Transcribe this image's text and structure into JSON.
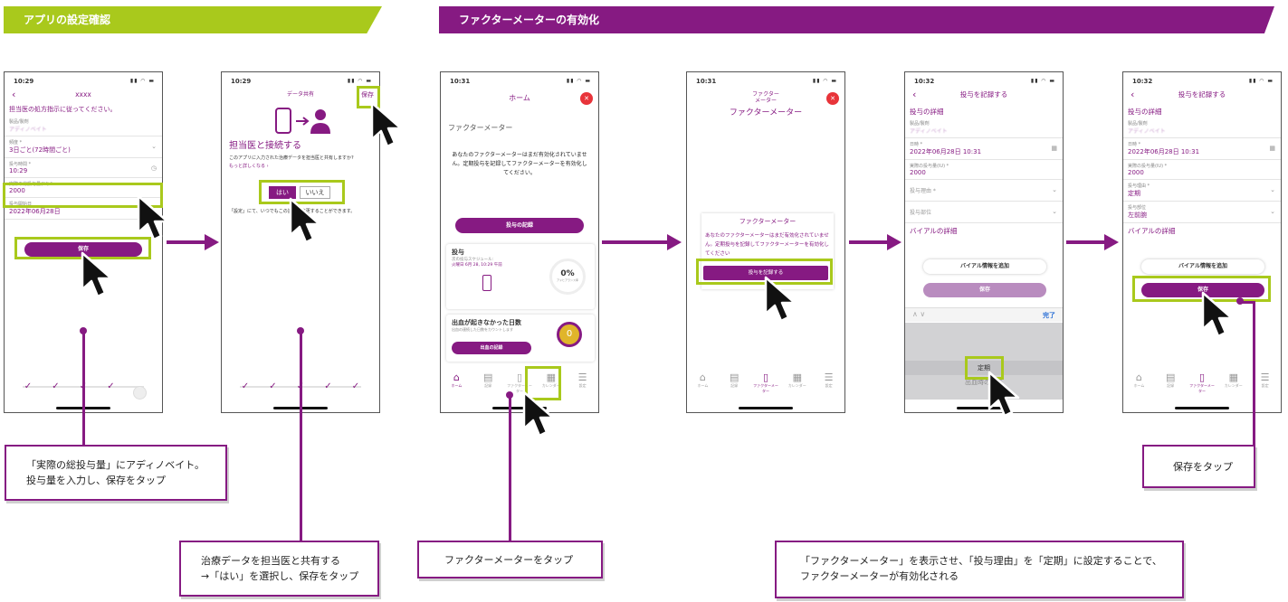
{
  "sections": {
    "app_settings": "アプリの設定確認",
    "activation": "ファクターメーターの有効化"
  },
  "screen1": {
    "time": "10:29",
    "title": "xxxx",
    "heading": "担当医の処方指示に従ってください。",
    "product_label": "製品/製剤",
    "product_value": "アディノベイト",
    "freq_label": "頻度 *",
    "freq_value": "3日ごと(72時間ごと)",
    "time_label": "投与時間 *",
    "time_value": "10:29",
    "dose_label": "実際の総投与量(IU) *",
    "dose_value": "2000",
    "start_label": "投与開始日",
    "start_value": "2022年06月28日",
    "save_label": "保存",
    "steps": [
      "✓",
      "✓",
      "✓",
      "✓"
    ]
  },
  "screen2": {
    "time": "10:29",
    "title": "データ共有",
    "save_label": "保存",
    "heading": "担当医と接続する",
    "desc": "このアプリに入力された治療データを担当医と共有しますか?",
    "more": "もっと詳しくなる ›",
    "yes": "はい",
    "no": "いいえ",
    "note": "「設定」にて、いつでもこの設定を変更することができます。",
    "steps": [
      "✓",
      "✓",
      "✓",
      "✓",
      "✓"
    ]
  },
  "screen3": {
    "time": "10:31",
    "title": "ホーム",
    "section": "ファクターメーター",
    "message": "あなたのファクターメーターはまだ有効化されていません。定期投与を記録してファクターメーターを有効化してください。",
    "record_button": "投与の記録",
    "dose_card_title": "投与",
    "dose_card_sub": "次の投与スケジュール:",
    "dose_card_date": "火曜日 6月 28, 10:29 午前",
    "dose_percent": "0%",
    "dose_percent_label": "アドヒアランス率",
    "bleed_title": "出血が起きなかった日数",
    "bleed_sub": "出血の連続した日数をカウントします",
    "bleed_count": "0",
    "bleed_button": "出血の記録",
    "tabs": [
      "ホーム",
      "記録",
      "ファクターメーター",
      "カレンダー",
      "設定"
    ]
  },
  "screen4": {
    "time": "10:31",
    "title_line1": "ファクター",
    "title_line2": "メーター",
    "heading": "ファクターメーター",
    "card_title": "ファクターメーター",
    "card_message": "あなたのファクターメーターはまだ有効化されていません。定期投与を記録してファクターメーターを有効化してください",
    "record_button": "投与を記録する",
    "tabs": [
      "ホーム",
      "記録",
      "ファクターメーター",
      "カレンダー",
      "設定"
    ]
  },
  "screen5": {
    "time": "10:32",
    "title": "投与を記録する",
    "details": "投与の詳細",
    "product_label": "製品/製剤",
    "product_value": "アディノベイト",
    "date_label": "日時 *",
    "date_value": "2022年06月28日 10:31",
    "dose_label": "実際の投与量(IU) *",
    "dose_value": "2000",
    "reason_label": "投与理由 *",
    "site_label": "投与部位",
    "vial_title": "バイアルの詳細",
    "vial_button": "バイアル情報を追加",
    "save": "保存",
    "done": "完了",
    "picker_option": "定期",
    "picker_option2": "出血時の投与"
  },
  "screen6": {
    "time": "10:32",
    "title": "投与を記録する",
    "details": "投与の詳細",
    "product_label": "製品/製剤",
    "product_value": "アディノベイト",
    "date_label": "日時 *",
    "date_value": "2022年06月28日 10:31",
    "dose_label": "実際の投与量(IU) *",
    "dose_value": "2000",
    "reason_label": "投与理由 *",
    "reason_value": "定期",
    "site_label": "投与部位",
    "site_value": "左前腕",
    "vial_title": "バイアルの詳細",
    "vial_button": "バイアル情報を追加",
    "save": "保存",
    "tabs": [
      "ホーム",
      "記録",
      "ファクターメーター",
      "カレンダー",
      "設定"
    ]
  },
  "callouts": {
    "c1_line1": "「実際の総投与量」にアディノベイト。",
    "c1_line2": "投与量を入力し、保存をタップ",
    "c2_line1": "治療データを担当医と共有する",
    "c2_line2": "→「はい」を選択し、保存をタップ",
    "c3": "ファクターメーターをタップ",
    "c4_line1": "「ファクターメーター」を表示させ、「投与理由」を「定期」に設定することで、",
    "c4_line2": "ファクターメーターが有効化される",
    "c5": "保存をタップ"
  },
  "colors": {
    "purple": "#861a82",
    "green": "#a9c91c"
  }
}
